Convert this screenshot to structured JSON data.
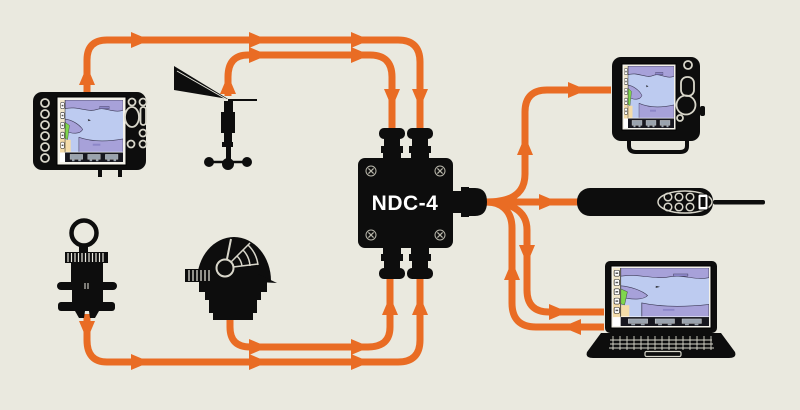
{
  "junction_box": {
    "label": "NDC-4"
  },
  "colors": {
    "background": "#EAE9DF",
    "cable_orange": "#E96C24",
    "device_black": "#0D0D0D",
    "label_text": "#FFFFFF",
    "map_water": "#BDCBF0",
    "map_land": "#A7A1D9",
    "map_green": "#7FD64D",
    "map_sand": "#F4DCA9"
  },
  "nodes": [
    {
      "id": "chartplotter-left",
      "kind": "chartplotter display with map screen"
    },
    {
      "id": "wind-vane-sensor",
      "kind": "masthead wind transducer"
    },
    {
      "id": "through-hull-transducer",
      "kind": "depth/speed through-hull sensor"
    },
    {
      "id": "compass-sensor",
      "kind": "gimballed compass sensor"
    },
    {
      "id": "ndc4-multiplexer",
      "kind": "NMEA junction box",
      "label": "NDC-4"
    },
    {
      "id": "chartplotter-right",
      "kind": "GPS chartplotter display"
    },
    {
      "id": "handheld-device",
      "kind": "handheld remote unit with cord"
    },
    {
      "id": "laptop",
      "kind": "laptop running chart software"
    }
  ],
  "connections": [
    {
      "from": "chartplotter-left",
      "to": "ndc4-multiplexer",
      "via": "top-run-outer"
    },
    {
      "from": "wind-vane-sensor",
      "to": "ndc4-multiplexer",
      "via": "top-run-inner"
    },
    {
      "from": "through-hull-transducer",
      "to": "ndc4-multiplexer",
      "via": "bottom-run-outer"
    },
    {
      "from": "compass-sensor",
      "to": "ndc4-multiplexer",
      "via": "bottom-run-inner"
    },
    {
      "from": "ndc4-multiplexer",
      "to": "chartplotter-right",
      "via": "right-fan-up"
    },
    {
      "from": "ndc4-multiplexer",
      "to": "handheld-device",
      "via": "right-fan-middle"
    },
    {
      "from": "ndc4-multiplexer",
      "to": "laptop",
      "via": "right-fan-down"
    },
    {
      "from": "laptop",
      "to": "ndc4-multiplexer",
      "via": "laptop-return"
    }
  ]
}
